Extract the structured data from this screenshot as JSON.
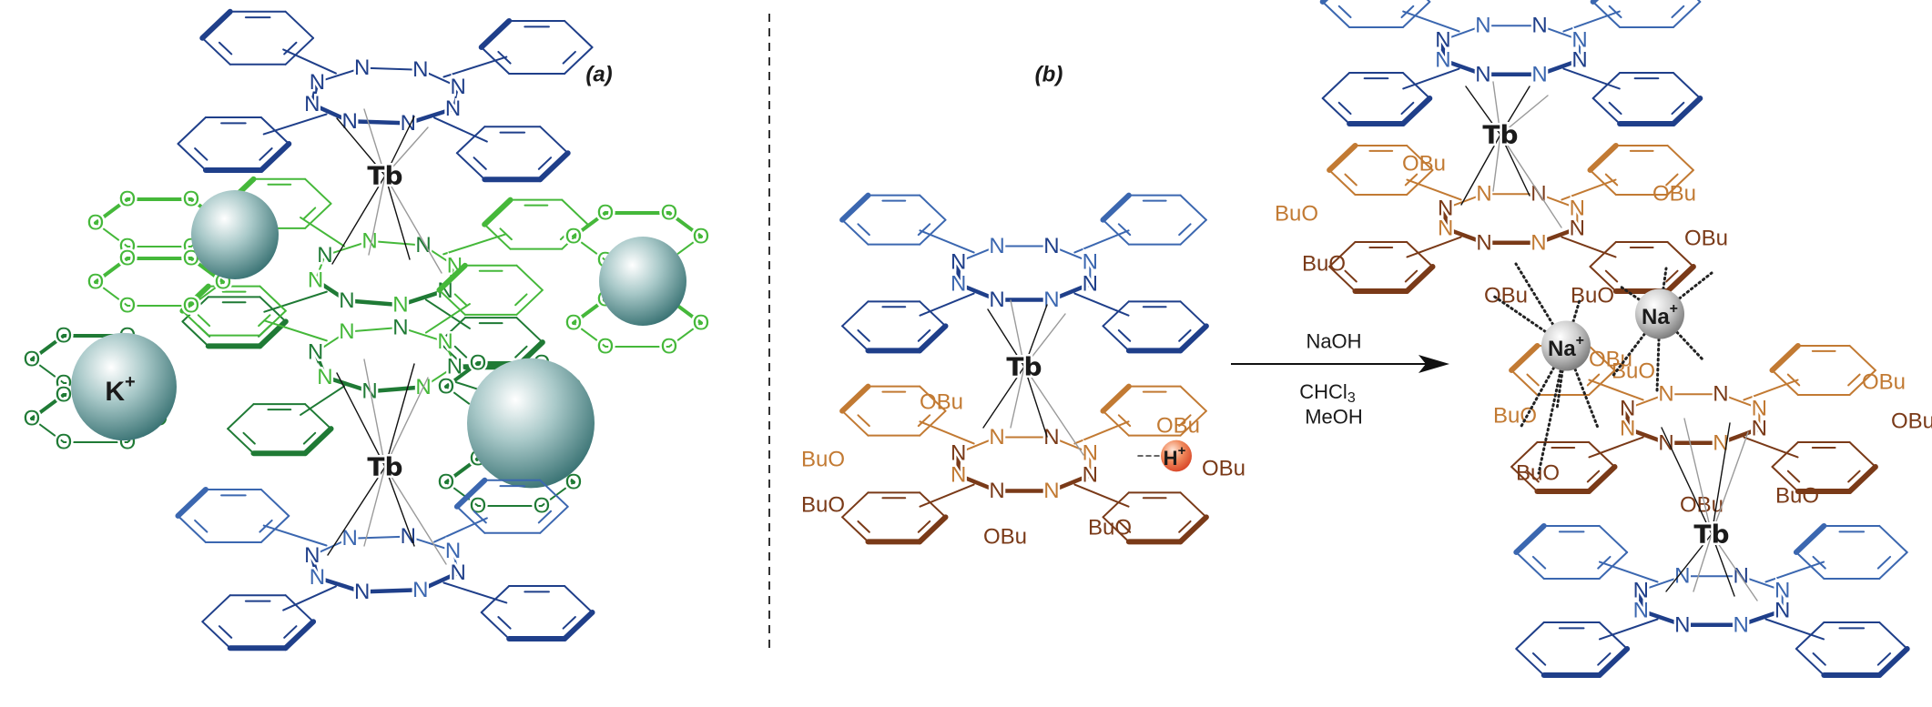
{
  "figure": {
    "panels": [
      {
        "id": "a",
        "label": "(a)"
      },
      {
        "id": "b",
        "label": "(b)"
      }
    ],
    "colors": {
      "pc_dark_blue": "#1f3f8a",
      "pc_light_blue": "#3b67b0",
      "crown_light_green": "#45b83a",
      "crown_dark_green": "#1f7a35",
      "ligand_orange": "#c27a33",
      "ligand_brown": "#7a3a18",
      "potassium_sphere": "#5f9496",
      "proton_sphere": "#e8603a",
      "sodium_sphere": "#9a9a9a",
      "coordination_line": "#111111",
      "coordination_line_faint": "#9a9a9a",
      "divider": "#333333"
    }
  },
  "panel_a": {
    "metal_label": "Tb",
    "nitrogen_label": "N",
    "oxygen_label": "O",
    "cation_label": "K",
    "cation_charge": "+"
  },
  "panel_b": {
    "reactant": {
      "metal_label": "Tb",
      "nitrogen_label": "N",
      "substituent_label": "OBu",
      "substituent_label_left": "BuO",
      "proton_label": "H",
      "proton_charge": "+"
    },
    "reaction": {
      "reagent": "NaOH",
      "solvent_1": "CHCl",
      "solvent_1_subscript": "3",
      "solvent_2": "MeOH"
    },
    "product": {
      "metal_label": "Tb",
      "nitrogen_label": "N",
      "substituent_label": "OBu",
      "substituent_label_left": "BuO",
      "cation_label": "Na",
      "cation_charge": "+"
    }
  }
}
